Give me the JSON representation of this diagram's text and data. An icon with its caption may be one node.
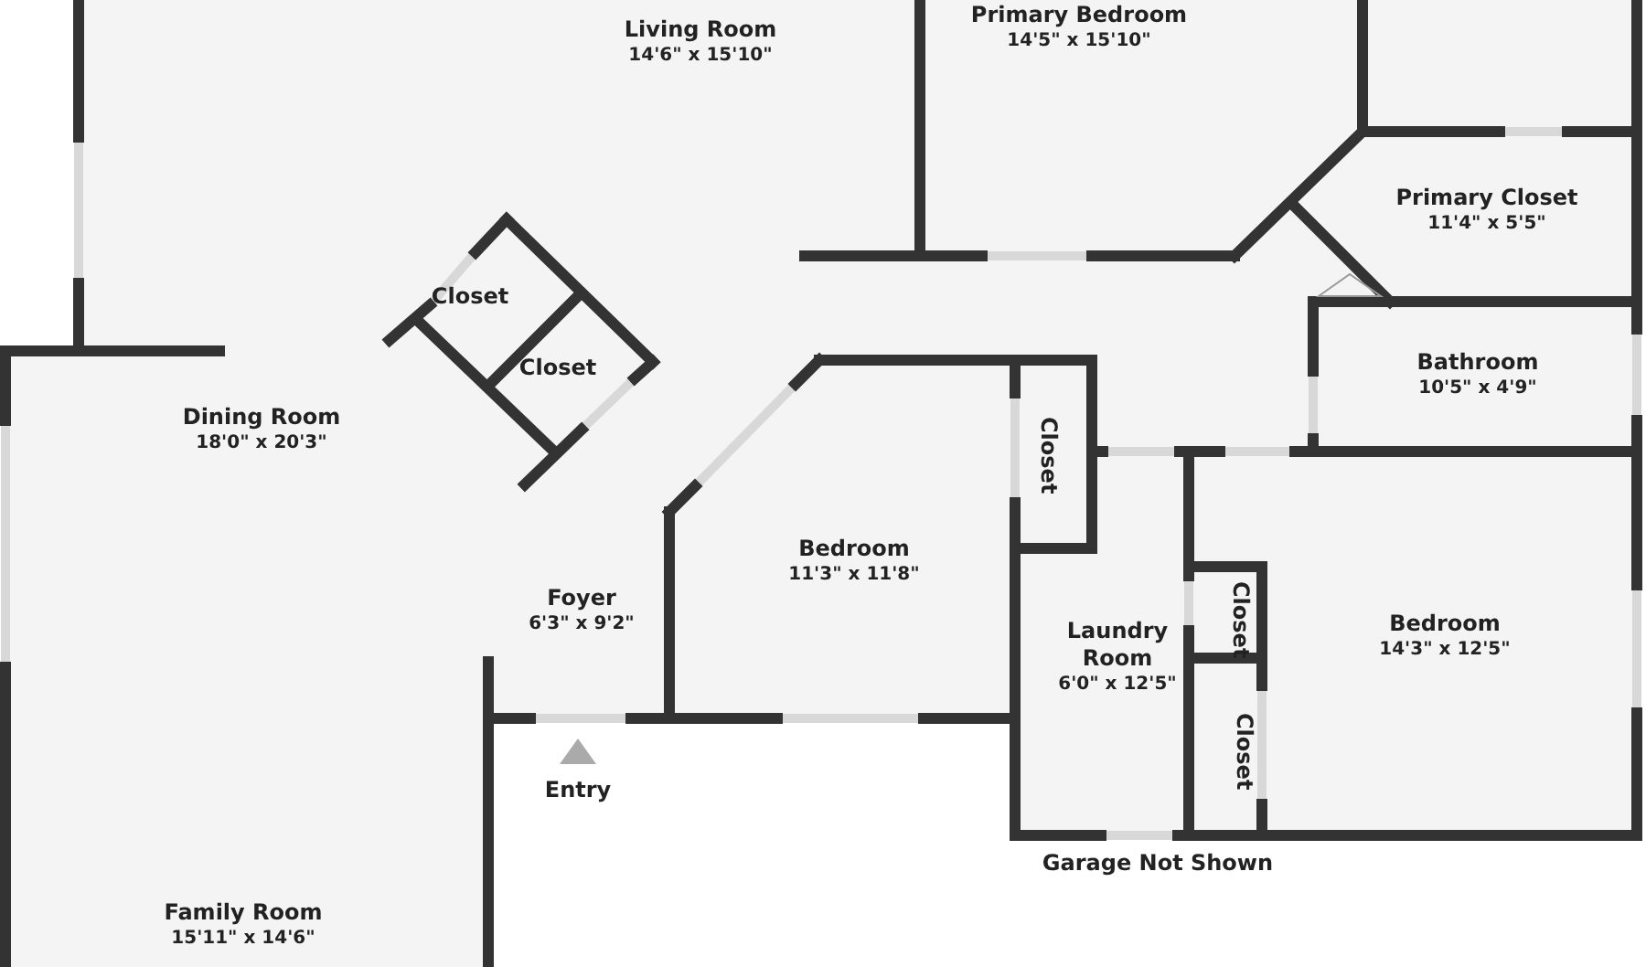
{
  "diagram": {
    "nodes": [
      {
        "text": [
          "Primary Bedroom",
          "14'5\" x 15'10\""
        ]
      },
      {
        "text": [
          "Living Room",
          "14'6\" x 15'10\""
        ]
      },
      {
        "text": [
          "Primary Closet",
          "11'4\" x 5'5\""
        ]
      },
      {
        "text": [
          "Closet"
        ]
      },
      {
        "text": [
          "Bathroom",
          "10'5\" x 4'9\""
        ]
      },
      {
        "text": [
          "Closet"
        ]
      },
      {
        "text": [
          "Dining Room",
          "18'0\" x 20'3\""
        ]
      },
      {
        "text": [
          "Closet"
        ]
      },
      {
        "text": [
          "Bedroom",
          "11'3\" x 11'8\""
        ]
      },
      {
        "text": [
          "Foyer",
          "6'3\" x 9'2\""
        ]
      },
      {
        "text": [
          "Laundry Room",
          "6'0\" x 12'5\""
        ]
      },
      {
        "text": [
          "Closet"
        ]
      },
      {
        "text": [
          "Bedroom",
          "14'3\" x 12'5\""
        ]
      },
      {
        "text": [
          "Closet"
        ]
      },
      {
        "text": [
          "Family Room",
          "15'11\" x 14'6\""
        ]
      }
    ],
    "edges": [],
    "labels": [
      "Entry",
      "Garage Not Shown"
    ]
  }
}
